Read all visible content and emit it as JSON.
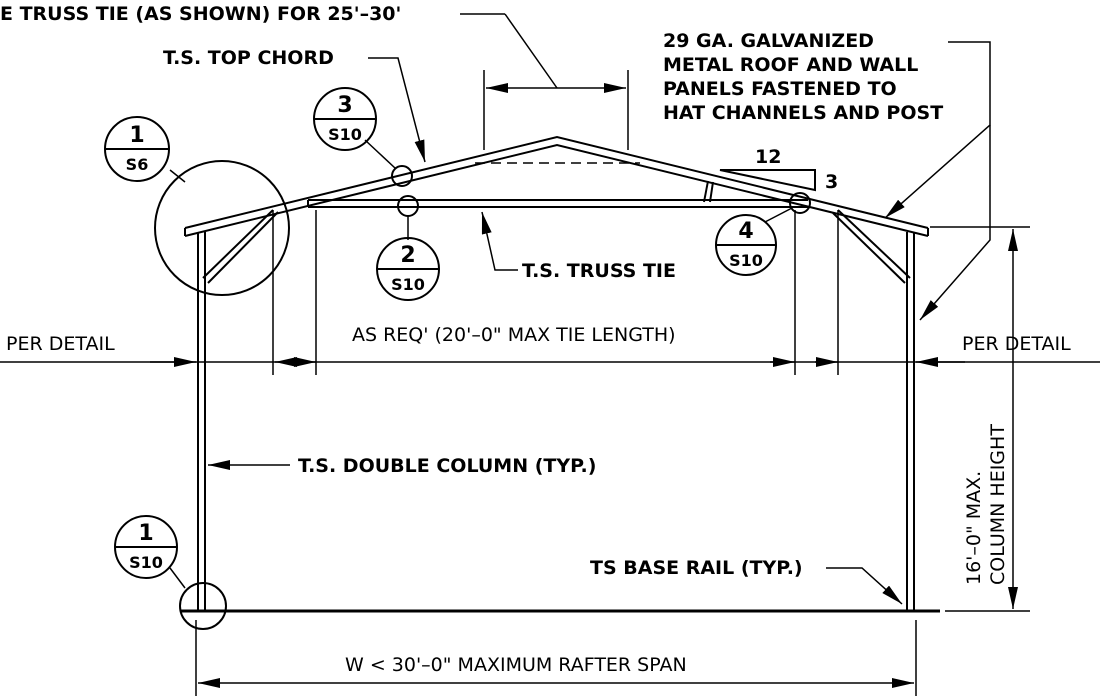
{
  "notes": {
    "truss_tie_top": "E TRUSS TIE (AS SHOWN) FOR 25'–30'",
    "top_chord": "T.S. TOP CHORD",
    "panels_line1": "29 GA. GALVANIZED",
    "panels_line2": "METAL ROOF AND WALL",
    "panels_line3": "PANELS FASTENED TO",
    "panels_line4": "HAT CHANNELS AND POST",
    "truss_tie": "T.S. TRUSS TIE",
    "per_detail_left": "PER DETAIL",
    "per_detail_right": "PER DETAIL",
    "as_req": "AS REQ' (20'–0\" MAX TIE LENGTH)",
    "double_column": "T.S. DOUBLE COLUMN (TYP.)",
    "base_rail": "TS BASE RAIL (TYP.)",
    "span": "W < 30'–0\" MAXIMUM RAFTER SPAN",
    "height_line1": "16'–0\" MAX.",
    "height_line2": "COLUMN HEIGHT"
  },
  "slope": {
    "run": "12",
    "rise": "3"
  },
  "callouts": [
    {
      "num": "1",
      "sheet": "S6"
    },
    {
      "num": "3",
      "sheet": "S10"
    },
    {
      "num": "2",
      "sheet": "S10"
    },
    {
      "num": "4",
      "sheet": "S10"
    },
    {
      "num": "1",
      "sheet": "S10"
    }
  ]
}
